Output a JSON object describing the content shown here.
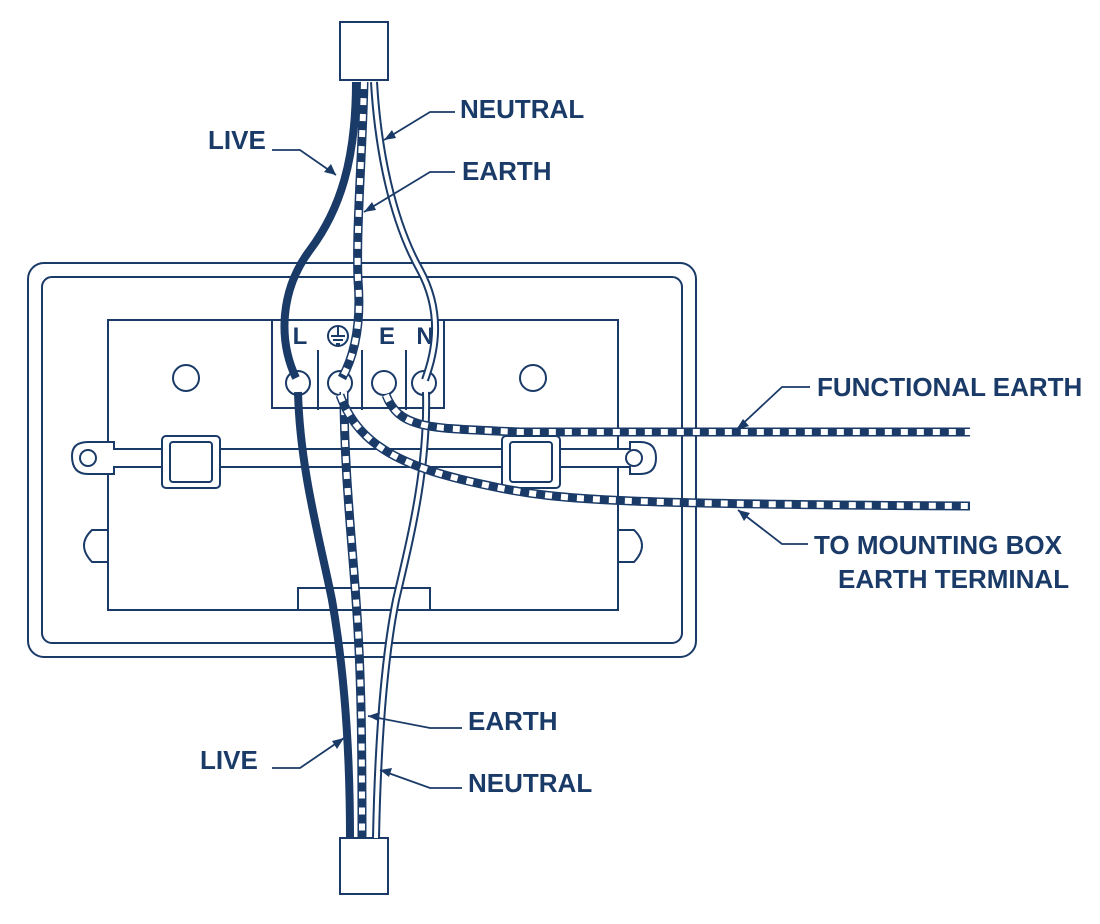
{
  "colors": {
    "navy": "#1a3a68",
    "outline": "#1a3a68",
    "background": "#ffffff"
  },
  "terminals": {
    "live": "L",
    "earth_symbol": "earth-symbol-icon",
    "functional_earth": "E",
    "neutral": "N"
  },
  "labels": {
    "live_top": "LIVE",
    "neutral_top": "NEUTRAL",
    "earth_top": "EARTH",
    "functional_earth": "FUNCTIONAL EARTH",
    "mounting_line1": "TO MOUNTING BOX",
    "mounting_line2": "EARTH TERMINAL",
    "earth_bottom": "EARTH",
    "live_bottom": "LIVE",
    "neutral_bottom": "NEUTRAL"
  }
}
